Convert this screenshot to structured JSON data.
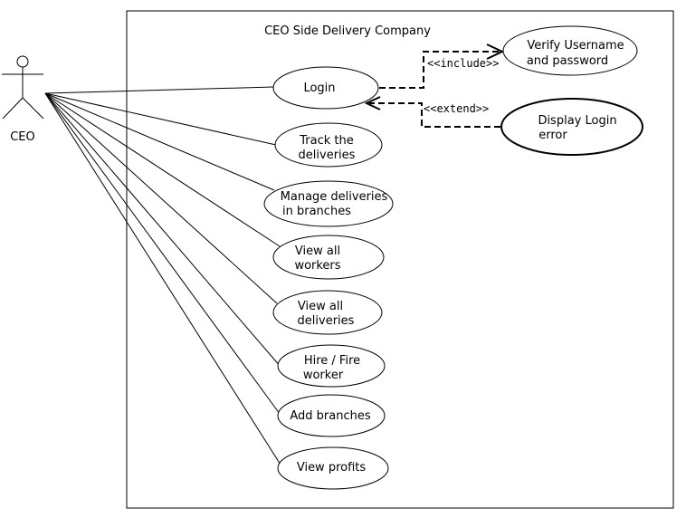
{
  "system": {
    "title": "CEO Side Delivery Company"
  },
  "actor": {
    "name": "CEO"
  },
  "use_cases": [
    {
      "id": "login",
      "lines": [
        "Login"
      ]
    },
    {
      "id": "track-deliveries",
      "lines": [
        "Track the",
        "deliveries"
      ]
    },
    {
      "id": "manage-deliveries",
      "lines": [
        "Manage deliveries",
        "in branches"
      ]
    },
    {
      "id": "view-workers",
      "lines": [
        "View all",
        "workers"
      ]
    },
    {
      "id": "view-deliveries",
      "lines": [
        "View all",
        "deliveries"
      ]
    },
    {
      "id": "hire-fire",
      "lines": [
        "Hire / Fire",
        "worker"
      ]
    },
    {
      "id": "add-branches",
      "lines": [
        "Add branches"
      ]
    },
    {
      "id": "view-profits",
      "lines": [
        "View profits"
      ]
    },
    {
      "id": "verify-credentials",
      "lines": [
        "Verify Username",
        "and password"
      ]
    },
    {
      "id": "display-login-error",
      "lines": [
        "Display Login",
        "error"
      ]
    }
  ],
  "relations": {
    "include": "<<include>>",
    "extend": "<<extend>>"
  }
}
